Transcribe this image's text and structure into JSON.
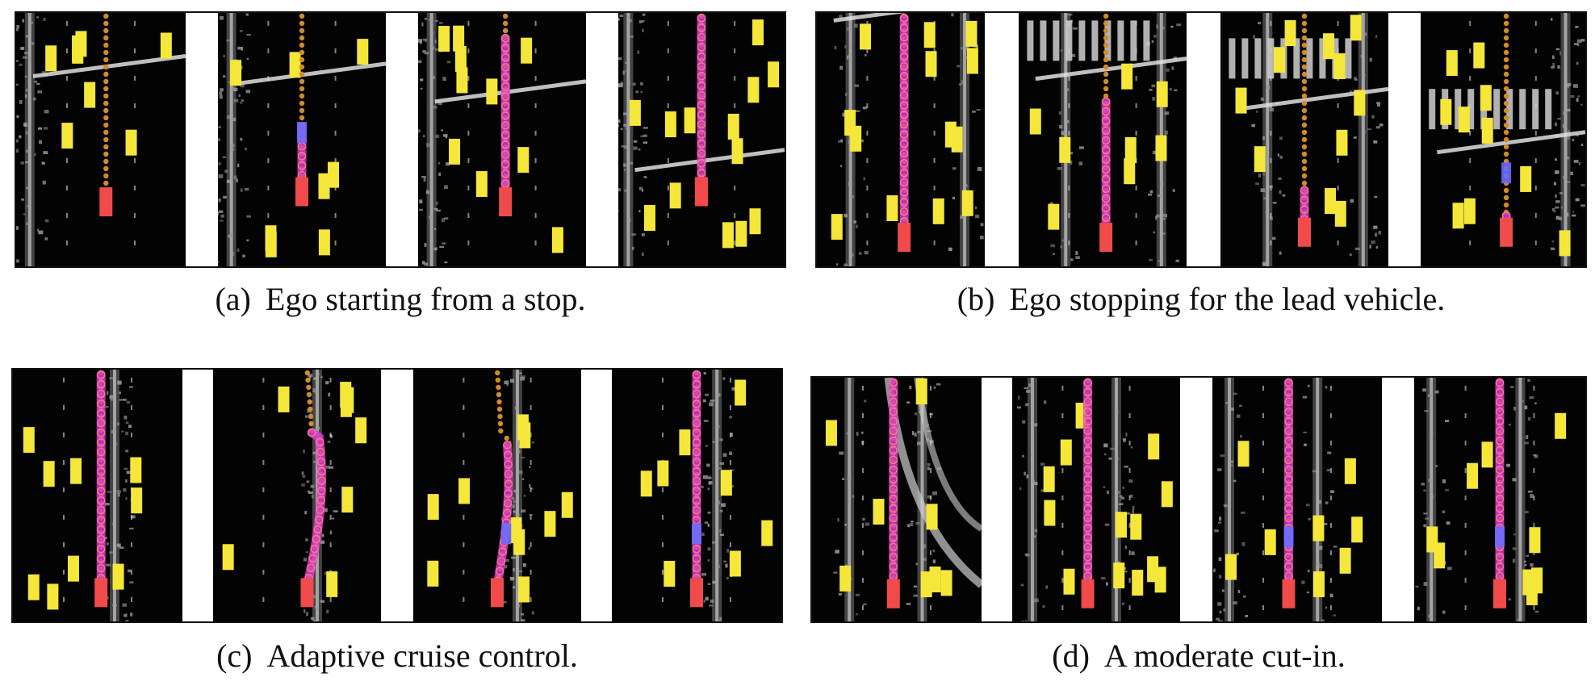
{
  "colors": {
    "background": "#ffffff",
    "tile_bg": "#030303",
    "vehicle": "#f5e63a",
    "ego": "#f04a4a",
    "ego_alt": "#6b6cff",
    "planned_path": "#d63ad6",
    "reference_path": "#d48a2a",
    "road_marking": "#d8d8d8"
  },
  "panels": [
    {
      "id": "a",
      "tag": "(a)",
      "caption": "Ego starting from a stop."
    },
    {
      "id": "b",
      "tag": "(b)",
      "caption": "Ego stopping for the lead vehicle."
    },
    {
      "id": "c",
      "tag": "(c)",
      "caption": "Adaptive cruise control."
    },
    {
      "id": "d",
      "tag": "(d)",
      "caption": "A moderate cut-in."
    }
  ]
}
